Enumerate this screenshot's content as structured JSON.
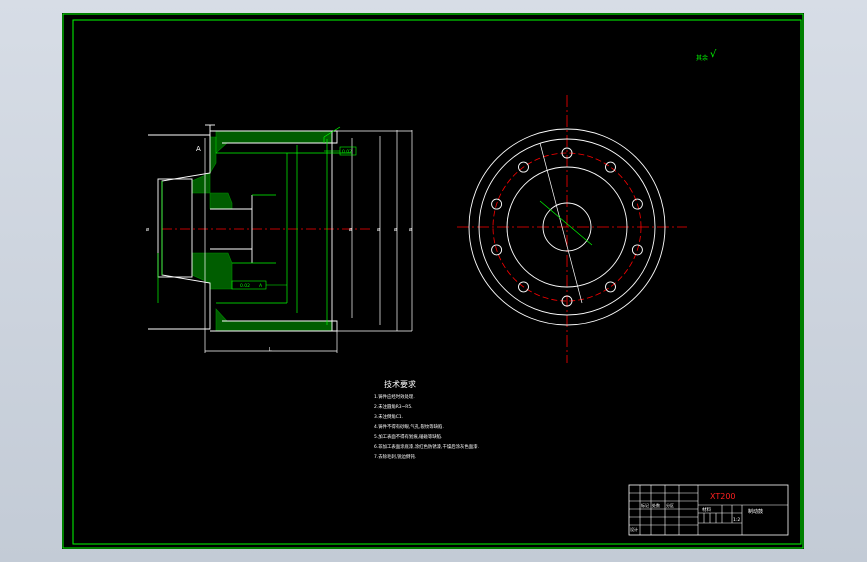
{
  "drawing": {
    "roughness_symbol": "其余",
    "roughness_check": "√",
    "section_symbol": "A",
    "tolerance_box_1": "0.02",
    "tolerance_box_2": "0.02",
    "tolerance_datum": "A",
    "dim_marks": [
      "ø",
      "ø",
      "ø",
      "ø",
      "ø",
      "L"
    ]
  },
  "notes": {
    "title": "技术要求",
    "lines": [
      "1.铸件应经时效处理.",
      "2.未注圆角R3~R5.",
      "3.未注倒角C1.",
      "4.铸件不得有砂眼,气孔,裂纹等缺陷.",
      "5.加工表面不得有划痕,磕碰等缺陷.",
      "6.非加工表面涂底漆,涂红色防锈漆,干燥后涂灰色面漆.",
      "7.去除毛刺,锐边倒钝."
    ]
  },
  "title_block": {
    "part_code": "XT200",
    "part_name": "制动鼓",
    "material_label": "材料",
    "scale_value": "1:2",
    "headers": [
      "标记",
      "处数",
      "分区"
    ],
    "sign_label": "设计"
  },
  "colors": {
    "outline": "#ffffff",
    "dimension": "#00ff00",
    "centerline": "#ff0000",
    "hatch": "#00ff00",
    "border": "#00ff00",
    "title_red": "#ff2020"
  }
}
